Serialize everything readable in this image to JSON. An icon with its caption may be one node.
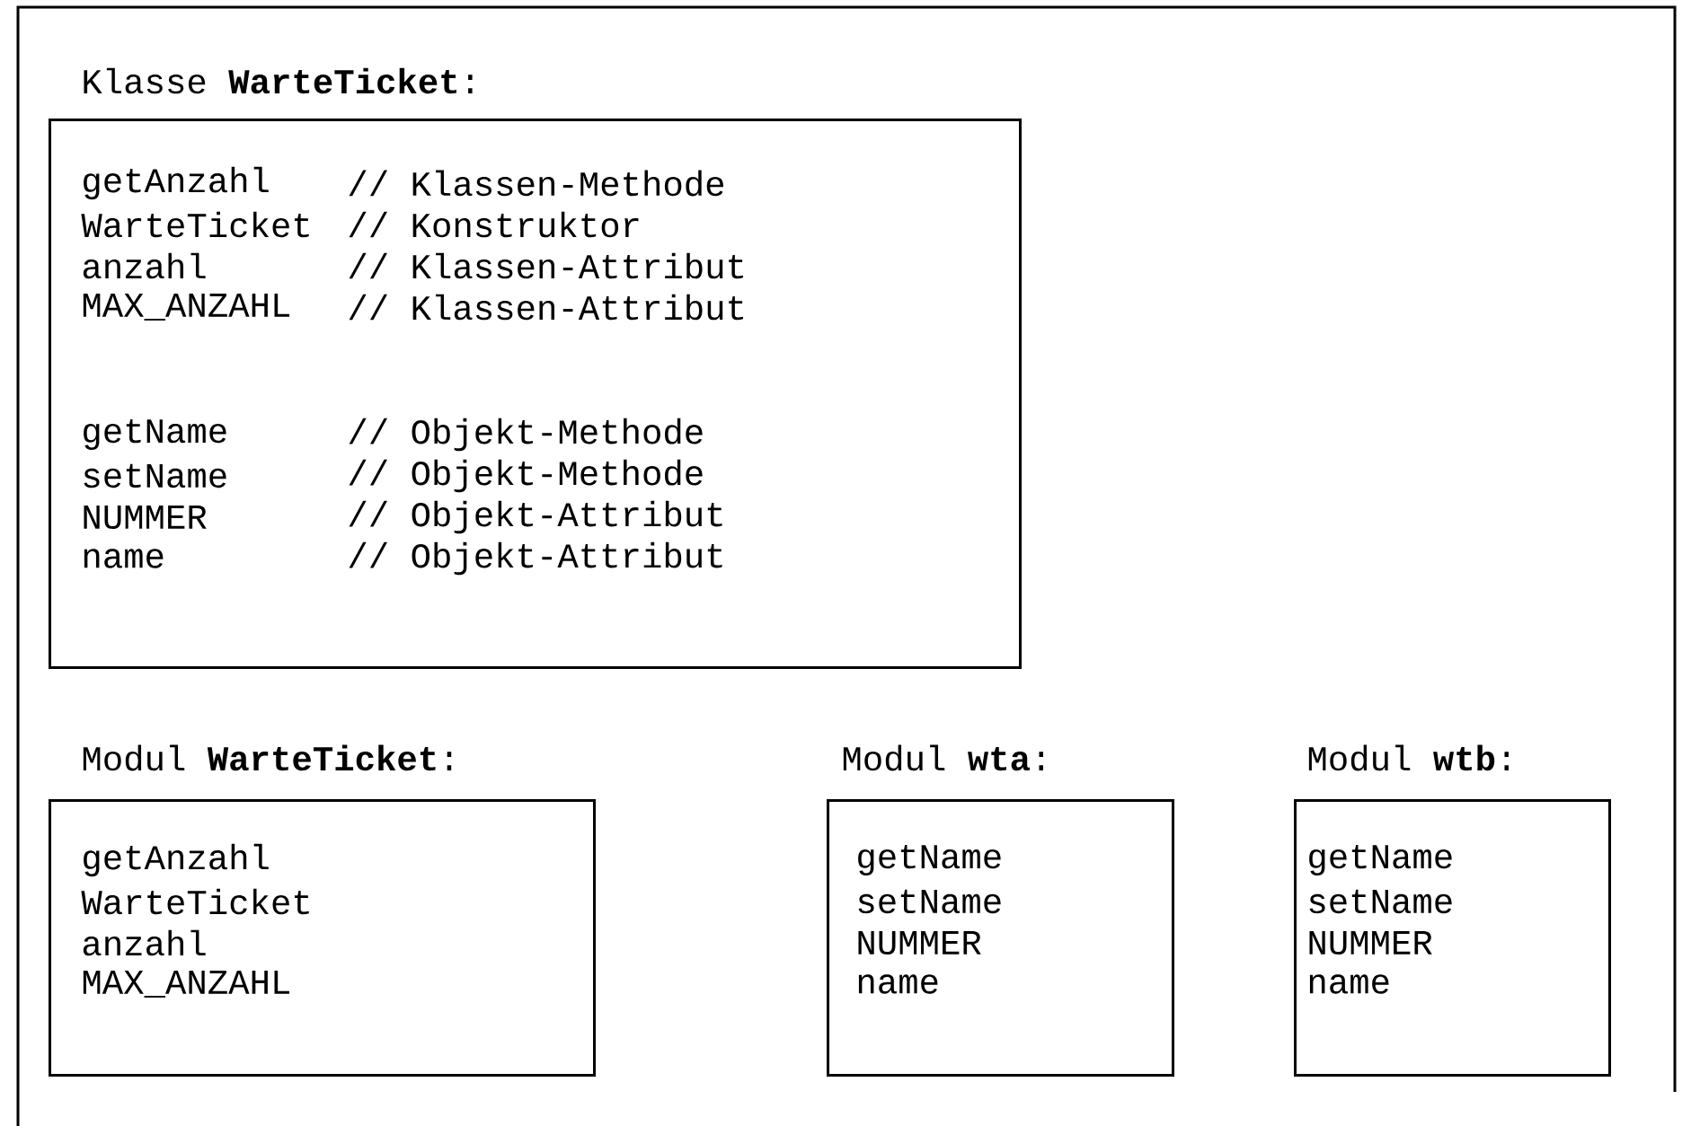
{
  "diagram": {
    "nodes": [
      {
        "text": [
          "Klasse **WarteTicket**:",
          "getAnzahl",
          "// Klassen-Methode",
          "WarteTicket",
          "// Konstruktor",
          "anzahl",
          "// Klassen-Attribut",
          "MAX_ANZAHL",
          "// Klassen-Attribut",
          "getName",
          "// Objekt-Methode",
          "setName",
          "// Objekt-Methode",
          "NUMMER",
          "// Objekt-Attribut",
          "name",
          "// Objekt-Attribut"
        ]
      },
      {
        "text": [
          "Modul **WarteTicket**:",
          "getAnzahl",
          "WarteTicket",
          "anzahl",
          "MAX_ANZAHL"
        ]
      },
      {
        "text": [
          "Modul **wta**:",
          "getName",
          "setName",
          "NUMMER",
          "name"
        ]
      },
      {
        "text": [
          "Modul **wtb**:",
          "getName",
          "setName",
          "NUMMER",
          "name"
        ]
      }
    ]
  }
}
